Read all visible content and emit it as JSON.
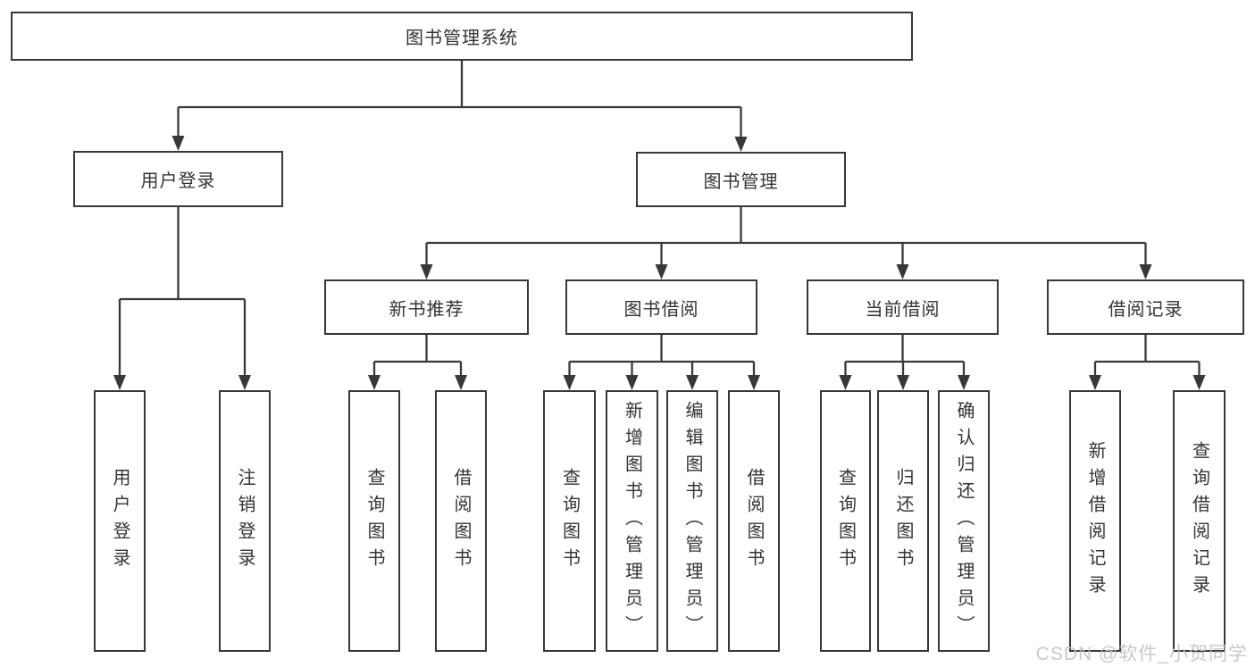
{
  "diagram": {
    "line_color": "#383838",
    "root": {
      "id": "root",
      "label": "图书管理系统"
    },
    "nodes": [
      {
        "id": "user-login",
        "label": "用户登录",
        "parent": "root"
      },
      {
        "id": "book-mgmt",
        "label": "图书管理",
        "parent": "root"
      },
      {
        "id": "new-book-rec",
        "label": "新书推荐",
        "parent": "book-mgmt"
      },
      {
        "id": "book-borrow",
        "label": "图书借阅",
        "parent": "book-mgmt"
      },
      {
        "id": "current-borrow",
        "label": "当前借阅",
        "parent": "book-mgmt"
      },
      {
        "id": "borrow-records",
        "label": "借阅记录",
        "parent": "book-mgmt"
      },
      {
        "id": "user-login-action",
        "label": "用户登录",
        "parent": "user-login"
      },
      {
        "id": "logout-action",
        "label": "注销登录",
        "parent": "user-login"
      },
      {
        "id": "query-books-rec",
        "label": "查询图书",
        "parent": "new-book-rec"
      },
      {
        "id": "borrow-books-rec",
        "label": "借阅图书",
        "parent": "new-book-rec"
      },
      {
        "id": "query-books-borrow",
        "label": "查询图书",
        "parent": "book-borrow"
      },
      {
        "id": "add-books-admin",
        "label": "新增图书（管理员）",
        "parent": "book-borrow"
      },
      {
        "id": "edit-books-admin",
        "label": "编辑图书（管理员）",
        "parent": "book-borrow"
      },
      {
        "id": "borrow-books-borrow",
        "label": "借阅图书",
        "parent": "book-borrow"
      },
      {
        "id": "query-books-current",
        "label": "查询图书",
        "parent": "current-borrow"
      },
      {
        "id": "return-books",
        "label": "归还图书",
        "parent": "current-borrow"
      },
      {
        "id": "confirm-return-admin",
        "label": "确认归还（管理员）",
        "parent": "current-borrow"
      },
      {
        "id": "add-borrow-record",
        "label": "新增借阅记录",
        "parent": "borrow-records"
      },
      {
        "id": "query-borrow-record",
        "label": "查询借阅记录",
        "parent": "borrow-records"
      }
    ]
  },
  "watermark": {
    "text": "CSDN @软件_小贺同学",
    "color": "#c3c3c3"
  }
}
